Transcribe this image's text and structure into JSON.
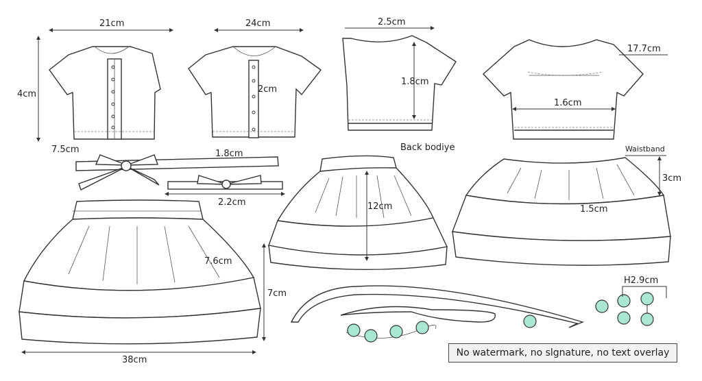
{
  "labels": {
    "front_width": "21cm",
    "front_height": "4cm",
    "front_hem": "7.5cm",
    "cardigan_width": "24cm",
    "cardigan_placket": "2cm",
    "back_width": "2.5cm",
    "back_height": "1.8cm",
    "back_caption": "Back bodiye",
    "crop_sleeve": "17.7cm",
    "crop_width": "1.6cm",
    "bow_belt_1": "1.8cm",
    "bow_belt_2": "2.2cm",
    "skirt_mid_length": "12cm",
    "waistband": "Waistband",
    "waistband_height": "3cm",
    "skirt_right_tier": "1.5cm",
    "skirt_left_tier": "7.6cm",
    "skirt_left_height": "7cm",
    "skirt_left_width": "38cm",
    "beads_height": "H2.9cm"
  },
  "note": "No watermark, no slgnature, no text overlay",
  "colors": {
    "bead": "#a9e6d3",
    "line": "#333333"
  }
}
